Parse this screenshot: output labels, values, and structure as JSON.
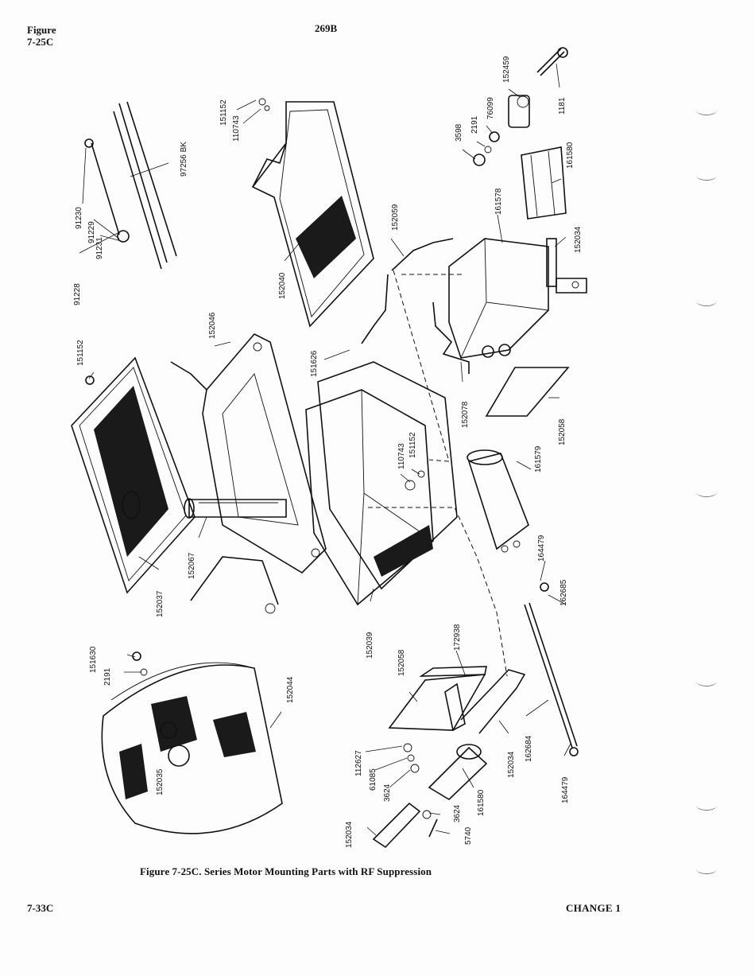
{
  "header": {
    "figure_label_line1": "Figure",
    "figure_label_line2": "7-25C",
    "model": "269B"
  },
  "caption": "Figure 7-25C.   Series Motor Mounting Parts with RF Suppression",
  "footer": {
    "page_number": "7-33C",
    "change": "CHANGE 1"
  },
  "part_numbers": {
    "p151152_a": "151152",
    "p110743_a": "110743",
    "p97256bk": "97256 BK",
    "p91230": "91230",
    "p91229": "91229",
    "p91231": "91231",
    "p91228": "91228",
    "p152040": "152040",
    "p152059": "152059",
    "p3598": "3598",
    "p2191_a": "2191",
    "p76099": "76099",
    "p152459": "152459",
    "p1181": "1181",
    "p161580_a": "161580",
    "p161578": "161578",
    "p152034_a": "152034",
    "p151152_b": "151152",
    "p152046": "152046",
    "p151626": "151626",
    "p152078": "152078",
    "p152058_a": "152058",
    "p110743_b": "110743",
    "p151152_c": "151152",
    "p161579": "161579",
    "p152037": "152037",
    "p152067": "152067",
    "p164479_a": "164479",
    "p162685": "162685",
    "p152039": "152039",
    "p151630": "151630",
    "p2191_b": "2191",
    "p152044": "152044",
    "p172938": "172938",
    "p152058_b": "152058",
    "p152035": "152035",
    "p112627": "112627",
    "p61085": "61085",
    "p3624_a": "3624",
    "p152034_b": "152034",
    "p162684": "162684",
    "p161580_b": "161580",
    "p164479_b": "164479",
    "p152034_c": "152034",
    "p3624_b": "3624",
    "p5740": "5740"
  }
}
